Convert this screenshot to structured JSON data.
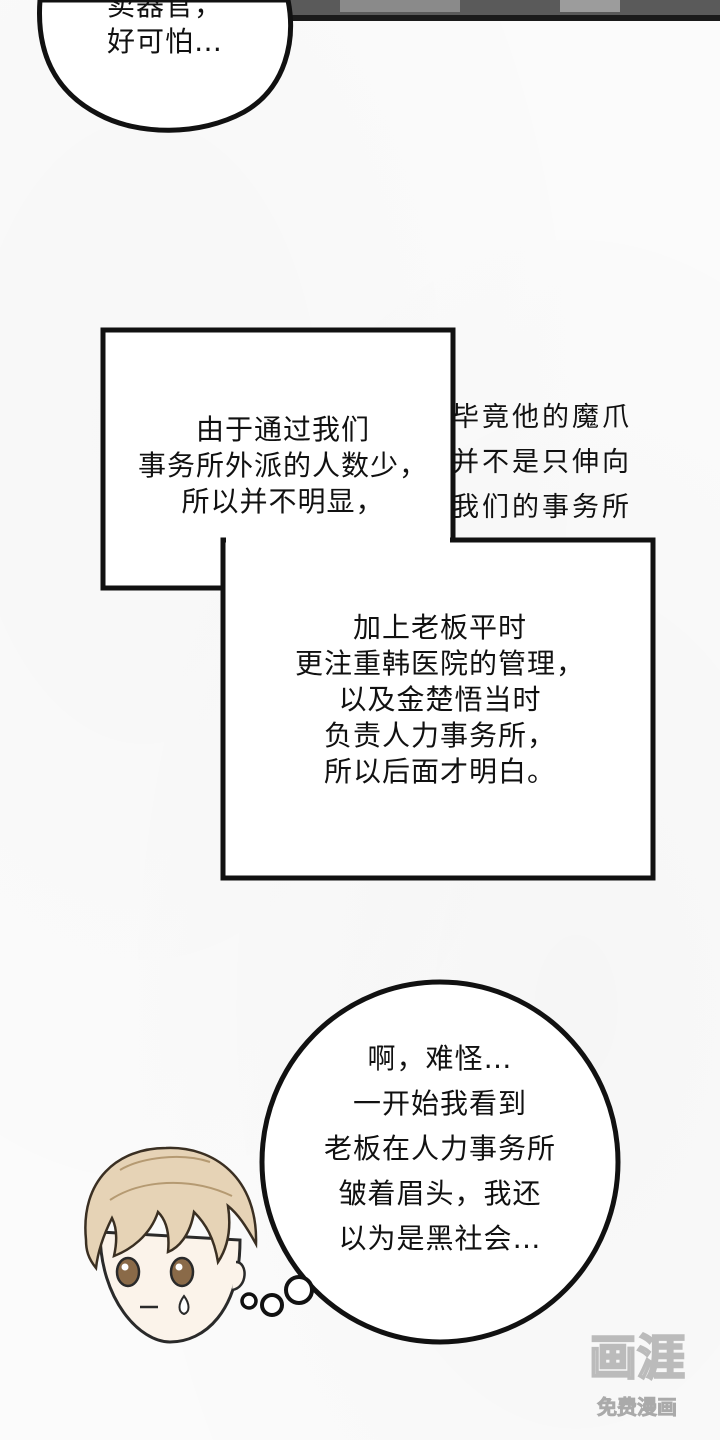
{
  "top_bubble": {
    "lines": [
      "卖器官，",
      "好可怕…"
    ]
  },
  "narration_box_1": {
    "lines": [
      "由于通过我们",
      "事务所外派的人数少，",
      "所以并不明显，"
    ]
  },
  "side_text": {
    "lines": [
      "毕竟他的魔爪",
      "并不是只伸向",
      "我们的事务所"
    ]
  },
  "narration_box_2": {
    "lines": [
      "加上老板平时",
      "更注重韩医院的管理，",
      "以及金楚悟当时",
      "负责人力事务所，",
      "所以后面才明白。"
    ]
  },
  "thought_bubble": {
    "lines": [
      "啊，难怪…",
      "一开始我看到",
      "老板在人力事务所",
      "皱着眉头，我还",
      "以为是黑社会…"
    ]
  },
  "watermark": {
    "logo": "画涯",
    "subtitle": "免费漫画"
  }
}
